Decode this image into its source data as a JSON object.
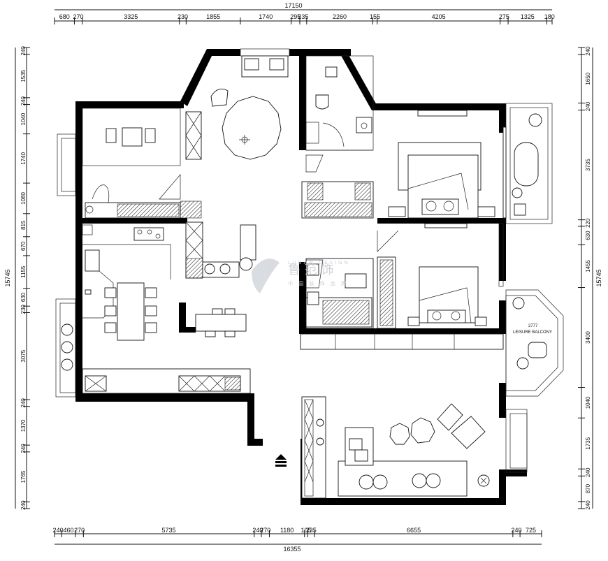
{
  "drawing": {
    "total_top": "17150",
    "total_bottom": "16355",
    "total_left": "15745",
    "total_right": "15745",
    "top_dims": [
      "680",
      "270",
      "3325",
      "230",
      "1855",
      "1740",
      "295",
      "235",
      "2260",
      "155",
      "4205",
      "275",
      "1325",
      "180"
    ],
    "bottom_dims": [
      "240",
      "460",
      "270",
      "5735",
      "240",
      "270",
      "1180",
      "105",
      "235",
      "6655",
      "240",
      "725"
    ],
    "left_dims": [
      "240",
      "1535",
      "240",
      "1040",
      "1740",
      "1080",
      "815",
      "670",
      "1155",
      "630",
      "230",
      "3075",
      "240",
      "1370",
      "240",
      "1765",
      "240"
    ],
    "right_dims": [
      "240",
      "1650",
      "240",
      "3735",
      "220",
      "630",
      "1455",
      "3400",
      "1040",
      "1735",
      "240",
      "870",
      "240"
    ],
    "room_labels": {
      "balcony_code": "2777",
      "balcony_name": "LEISURE BALCONY"
    },
    "watermark": {
      "title": "鲁  范  饰",
      "subtitle": "中  国  装  饰  品  牌",
      "latin": "LUBAN DESIGN"
    }
  },
  "colors": {
    "wall": "#000000",
    "line": "#111111",
    "watermark": "#c9ccd3"
  }
}
